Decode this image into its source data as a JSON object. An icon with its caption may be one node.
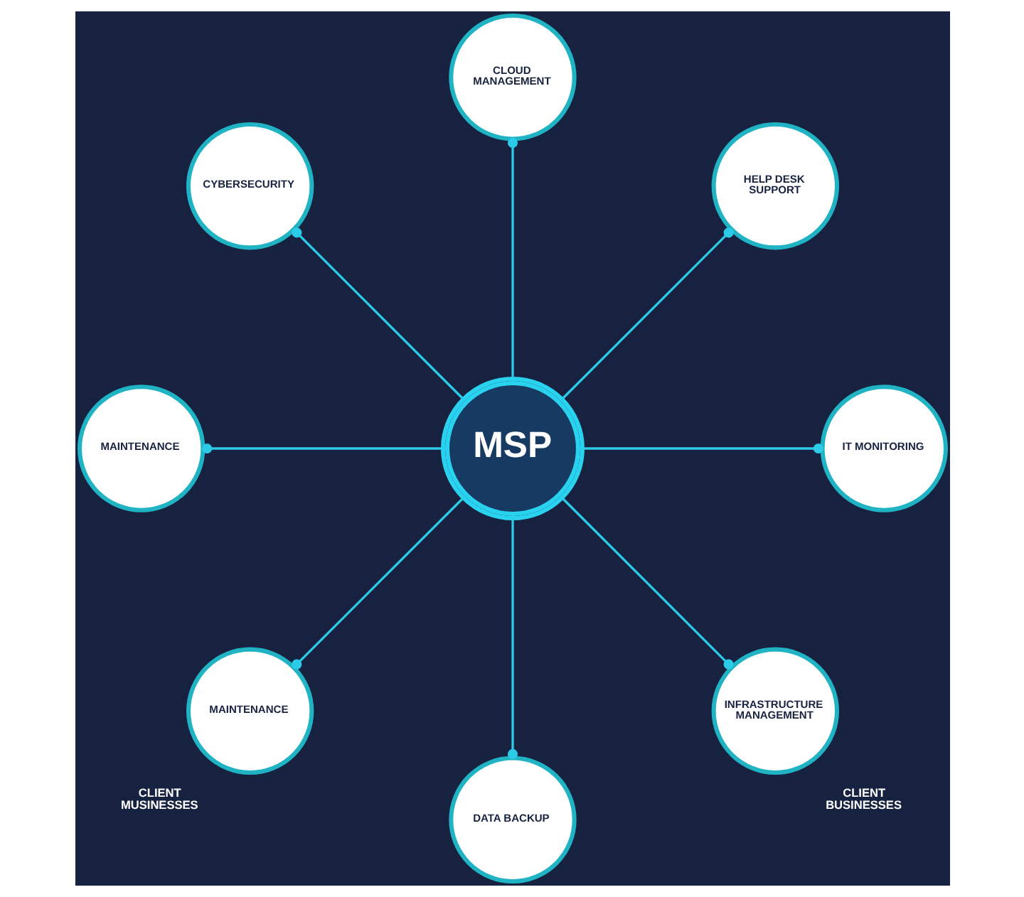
{
  "diagram": {
    "nodes": [
      {
        "text": [
          "MSP"
        ]
      },
      {
        "text": [
          "CLOUD MANAGEMENT"
        ]
      },
      {
        "text": [
          "CYBERSECURITY"
        ]
      },
      {
        "text": [
          "MAINTENANCE"
        ]
      },
      {
        "text": [
          "MAINTENANCE"
        ]
      },
      {
        "text": [
          "DATA BACKUP"
        ]
      },
      {
        "text": [
          "INFRASTRUCTURE MANAGEMENT"
        ]
      },
      {
        "text": [
          "IT MONITORING"
        ]
      },
      {
        "text": [
          "HELP DESK SUPPORT"
        ]
      }
    ],
    "edges": [
      {
        "from": 0,
        "to": 1,
        "arrow": "other"
      },
      {
        "from": 0,
        "to": 2,
        "arrow": "other"
      },
      {
        "from": 0,
        "to": 3,
        "arrow": "other"
      },
      {
        "from": 0,
        "to": 4,
        "arrow": "other"
      },
      {
        "from": 0,
        "to": 5,
        "arrow": "other"
      },
      {
        "from": 0,
        "to": 6,
        "arrow": "other"
      },
      {
        "from": 0,
        "to": 7,
        "arrow": "other"
      },
      {
        "from": 0,
        "to": 8,
        "arrow": "other"
      }
    ],
    "labels": [
      "CLIENT MUSINESSES",
      "CLIENT BUSINESSES"
    ]
  }
}
